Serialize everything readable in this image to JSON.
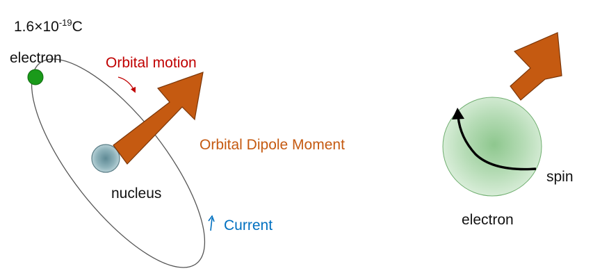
{
  "labels": {
    "charge_base": "1.6×10",
    "charge_exp": "-19",
    "charge_unit": "C",
    "electron_left": "electron",
    "orbital_motion": "Orbital motion",
    "orbital_dipole_moment": "Orbital Dipole Moment",
    "nucleus": "nucleus",
    "current": "Current",
    "spin": "spin",
    "electron_right": "electron"
  },
  "colors": {
    "orbital_motion": "#c00000",
    "dipole_arrow": "#c55a11",
    "dipole_text": "#c55a11",
    "current": "#0070c0",
    "electron_dot": "#1a9a1a",
    "nucleus": "#7fa9b2",
    "spin_sphere": "#b7dcb7"
  },
  "icons": {
    "orbital_motion": "curved-arrow-icon",
    "current": "up-arrow-icon",
    "dipole": "block-arrow-icon",
    "spin": "curved-arrow-icon"
  }
}
